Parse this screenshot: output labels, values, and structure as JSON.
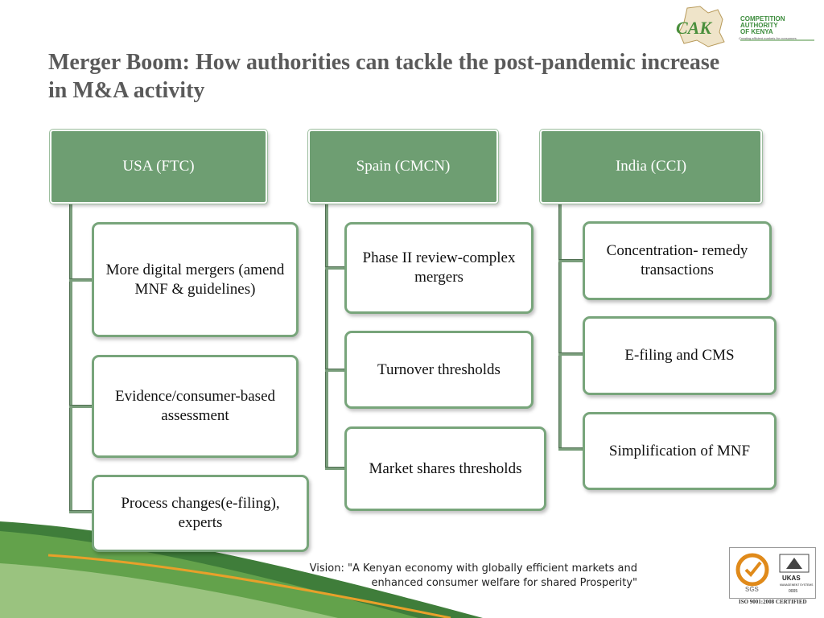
{
  "title_line1": "Merger Boom: How authorities can tackle the post-pandemic increase",
  "title_line2": "in M&A activity",
  "logo": {
    "line1": "COMPETITION",
    "line2": "AUTHORITY",
    "line3": "OF KENYA",
    "tagline": "Creating efficient markets for consumers",
    "mark": "CAK"
  },
  "columns": [
    {
      "head": "USA (FTC)",
      "items": [
        "More digital mergers (amend MNF & guidelines)",
        "Evidence/consumer-based assessment",
        "Process changes(e-filing), experts"
      ]
    },
    {
      "head": "Spain (CMCN)",
      "items": [
        "Phase II review-complex mergers",
        "Turnover thresholds",
        "Market shares thresholds"
      ]
    },
    {
      "head": "India (CCI)",
      "items": [
        "Concentration- remedy transactions",
        "E-filing and CMS",
        "Simplification of MNF"
      ]
    }
  ],
  "vision_line1": "Vision: \"A Kenyan  economy with globally efficient markets and",
  "vision_line2": "enhanced consumer welfare for shared Prosperity\"",
  "certification": {
    "sgs": "SGS",
    "ukas": "UKAS",
    "ukas_sub": "MANAGEMENT SYSTEMS",
    "code": "0005",
    "iso": "ISO 9001:2008 CERTIFIED"
  }
}
